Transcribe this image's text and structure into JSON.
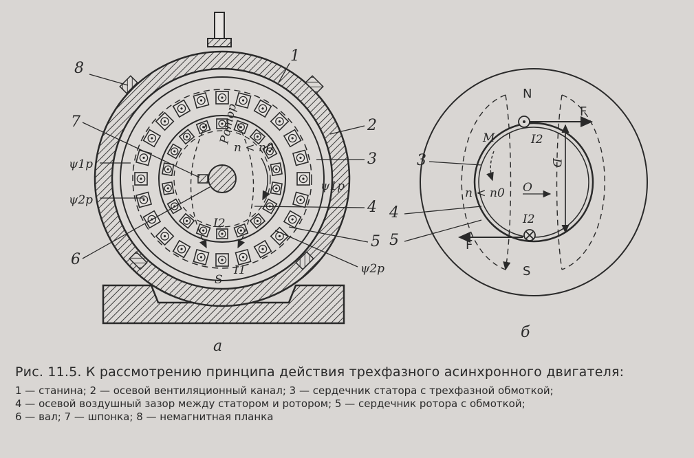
{
  "figure": {
    "panel_a_label": "а",
    "panel_b_label": "б",
    "labels_a": {
      "n1": "1",
      "n2": "2",
      "n3": "3",
      "n4": "4",
      "n5": "5",
      "n6": "6",
      "n7": "7",
      "n8": "8",
      "psi1p_left": "ψ1р",
      "psi2p_left": "ψ2р",
      "psi1p_right": "ψ1р",
      "psi2p_right": "ψ2р",
      "rotor": "Ротор",
      "speed": "n < n0",
      "S": "S",
      "I1": "I1",
      "I2": "I2"
    },
    "labels_b": {
      "N": "N",
      "S": "S",
      "F_top": "F",
      "F_bottom": "F",
      "M": "M",
      "I2_top": "I2",
      "I2_bottom": "I2",
      "D": "D",
      "O": "O",
      "speed": "n < n0"
    }
  },
  "caption": {
    "title": "Рис. 11.5. К рассмотрению принципа действия трехфазного асинхронного двигателя:",
    "legend_line1": "1 — станина; 2 — осевой вентиляционный канал; 3 — сердечник статора с трехфазной обмоткой;",
    "legend_line2": "4 — осевой воздушный зазор между статором и ротором; 5 — сердечник ротора с обмоткой;",
    "legend_line3": "6 — вал; 7 — шпонка; 8 — немагнитная планка"
  }
}
